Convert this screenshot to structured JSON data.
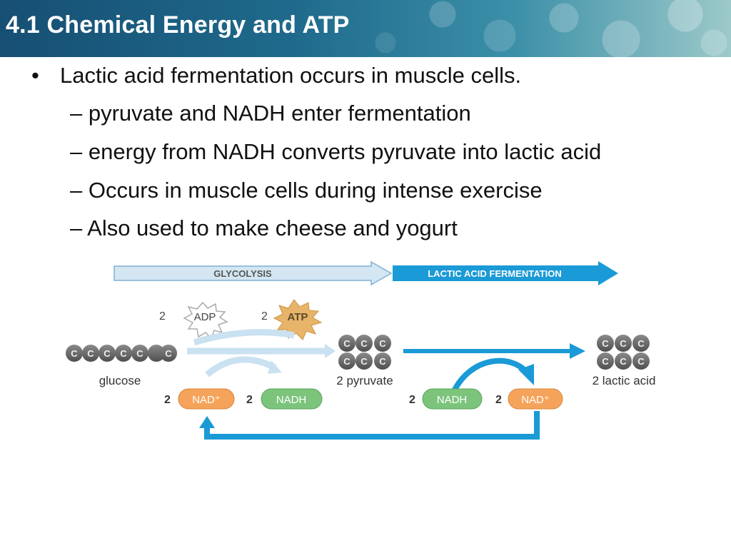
{
  "slide": {
    "title": "4.1 Chemical Energy and ATP",
    "bullets": {
      "main": "Lactic acid fermentation occurs in muscle cells.",
      "sub": [
        "– pyruvate and NADH enter fermentation",
        "– energy from NADH converts pyruvate into lactic acid",
        "– Occurs in muscle cells during intense exercise",
        "– Also used to make cheese and yogurt"
      ]
    }
  },
  "diagram": {
    "stage_glycolysis": "GLYCOLYSIS",
    "stage_fermentation": "LACTIC ACID FERMENTATION",
    "adp_count": "2",
    "adp_label": "ADP",
    "atp_count": "2",
    "atp_label": "ATP",
    "carbon_label": "C",
    "glucose_label": "glucose",
    "pyruvate_label": "2 pyruvate",
    "lactic_label": "2 lactic acid",
    "nad_count_1": "2",
    "nad_label_1": "NAD⁺",
    "nadh_count_1": "2",
    "nadh_label_1": "NADH",
    "nadh_count_2": "2",
    "nadh_label_2": "NADH",
    "nad_count_2": "2",
    "nad_label_2": "NAD⁺",
    "colors": {
      "glycolysis_arrow": "#cfe4f1",
      "fermentation_arrow": "#1a9ad6",
      "flow_arrow": "#1a9ad6",
      "nad": "#f5a35a",
      "nadh": "#7cc47c",
      "atp": "#e7b46a",
      "carbon": "#6b6b6b"
    }
  }
}
